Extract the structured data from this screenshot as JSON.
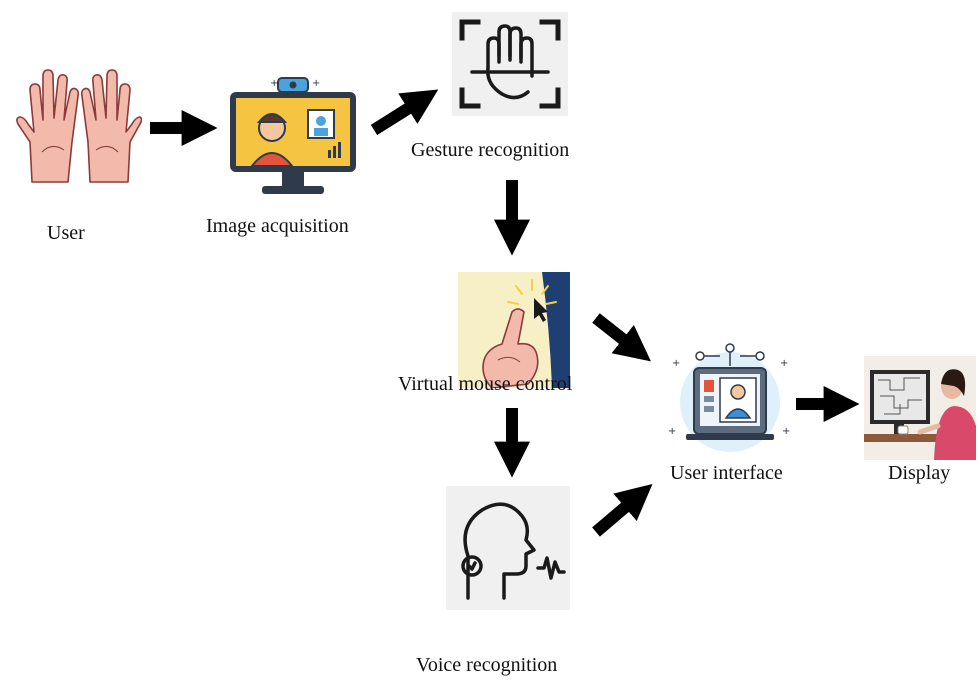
{
  "nodes": {
    "user": {
      "label": "User",
      "icon": "hands-icon"
    },
    "image_acquisition": {
      "label": "Image acquisition",
      "icon": "webcam-monitor-icon"
    },
    "gesture_recognition": {
      "label": "Gesture recognition",
      "icon": "hand-scan-icon"
    },
    "virtual_mouse_control": {
      "label": "Virtual mouse control",
      "icon": "finger-click-icon"
    },
    "voice_recognition": {
      "label": "Voice recognition",
      "icon": "speaking-head-icon"
    },
    "user_interface": {
      "label": "User interface",
      "icon": "ui-monitor-icon"
    },
    "display": {
      "label": "Display",
      "icon": "person-at-computer-icon"
    }
  },
  "colors": {
    "arrow": "#000000",
    "skin": "#f3b9aa",
    "skin_outline": "#8a3b3b",
    "monitor_screen": "#f5c542",
    "monitor_frame": "#2f3a4a",
    "panel_bg": "#f0f0f0",
    "mouse_bg_left": "#f7f0c6",
    "mouse_bg_right": "#1f3f73",
    "ui_circle": "#dff0fb"
  }
}
